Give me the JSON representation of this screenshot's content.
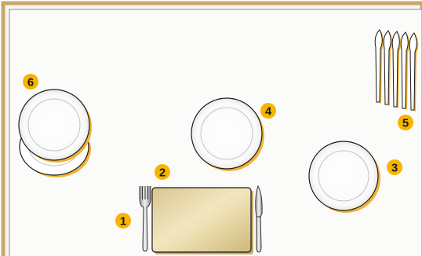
{
  "colors": {
    "tablecloth": "#f7f6f1",
    "border": "#c8a86a",
    "badge": "#f7b500",
    "plate_shadow": "#f2b233",
    "placemat": "#e7d7a3"
  },
  "labels": {
    "fork": "1",
    "placemat": "2",
    "plate_right": "3",
    "plate_center": "4",
    "forks": "5",
    "plate_stack": "6"
  },
  "icons": {
    "fork": "fork-icon",
    "knife": "knife-icon",
    "plate": "plate-icon",
    "placemat": "placemat-icon"
  }
}
